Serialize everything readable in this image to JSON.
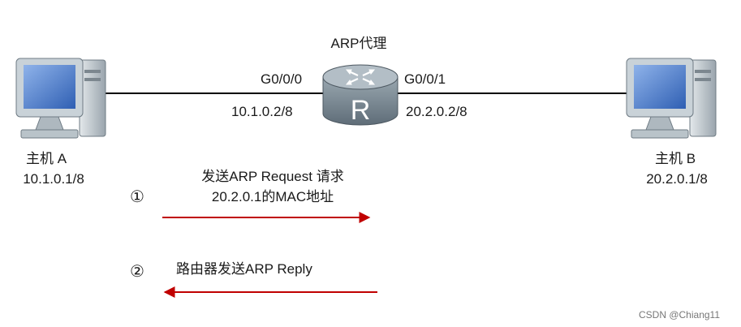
{
  "router": {
    "title": "ARP代理",
    "left_port": "G0/0/0",
    "right_port": "G0/0/1",
    "left_ip": "10.1.0.2/8",
    "right_ip": "20.2.0.2/8",
    "letter": "R"
  },
  "host_a": {
    "name": "主机 A",
    "ip": "10.1.0.1/8"
  },
  "host_b": {
    "name": "主机 B",
    "ip": "20.2.0.1/8"
  },
  "step1": {
    "num": "①",
    "line1": "发送ARP Request 请求",
    "line2": "20.2.0.1的MAC地址"
  },
  "step2": {
    "num": "②",
    "text": "路由器发送ARP Reply"
  },
  "colors": {
    "arrow": "#c00000",
    "router_body": "#7f8c96",
    "router_top": "#a7b3bc",
    "monitor": "#c5ced4",
    "screen": "#4a74c4"
  },
  "watermark": "CSDN @Chiang11"
}
